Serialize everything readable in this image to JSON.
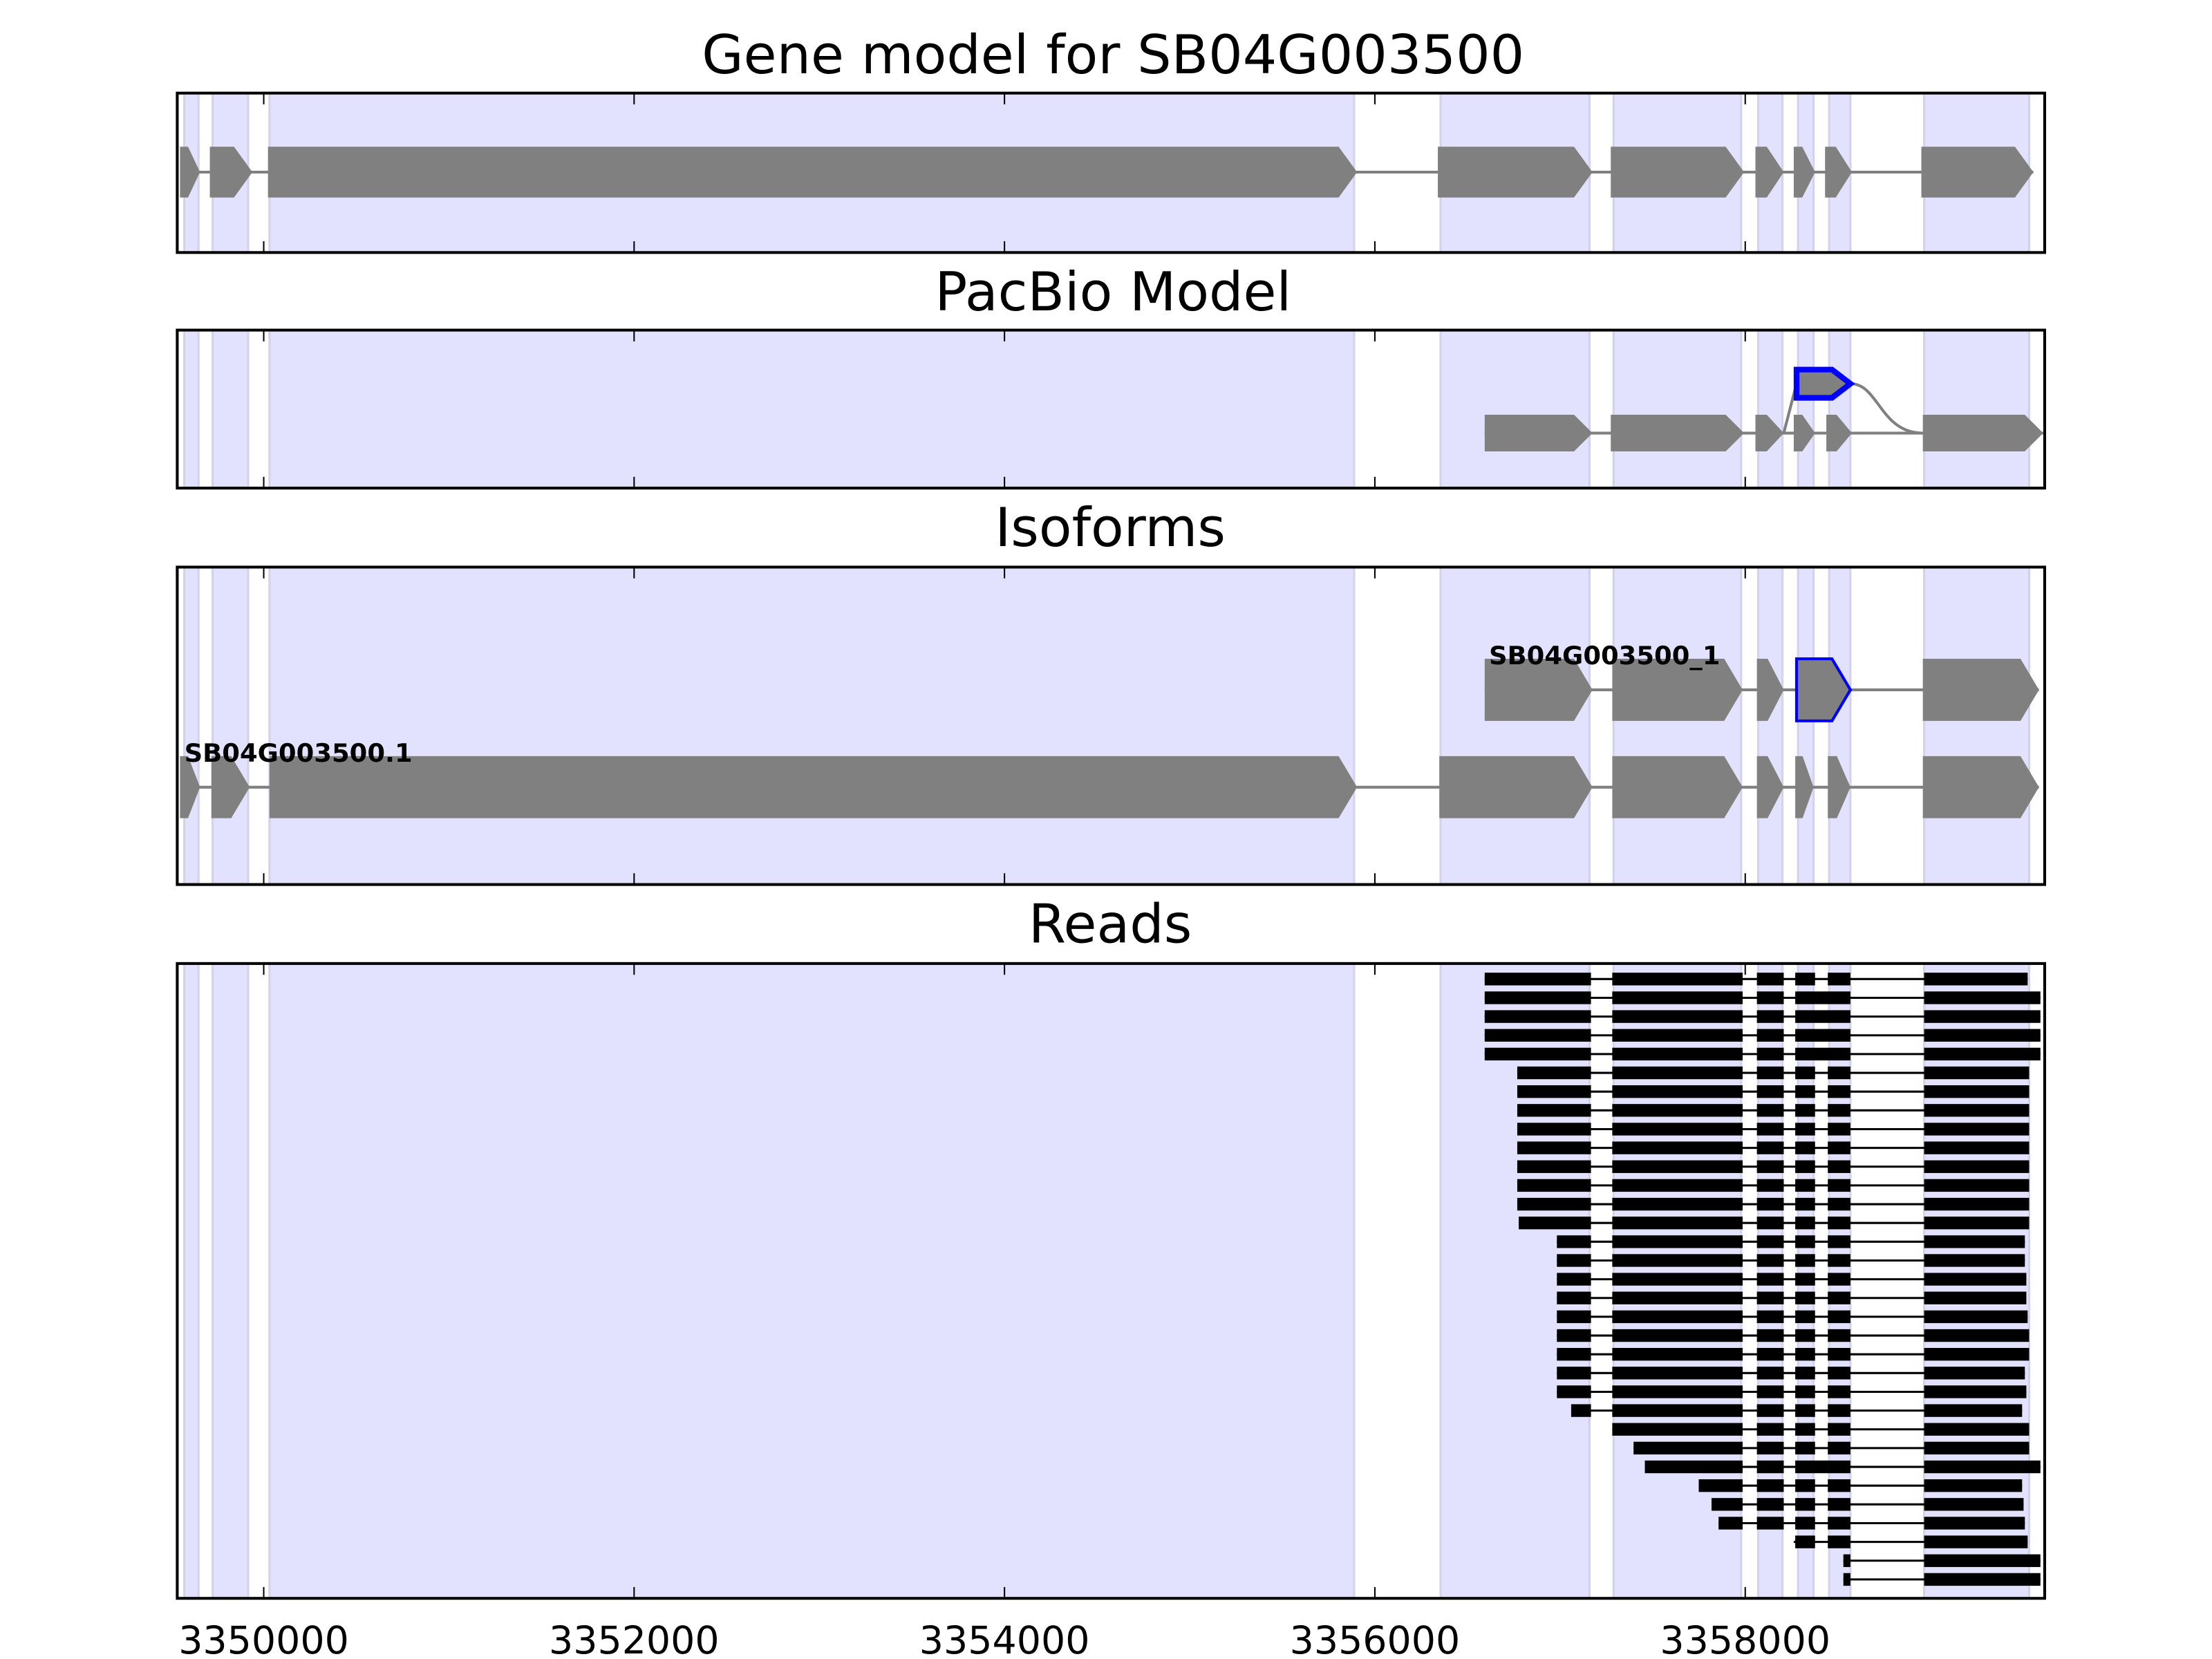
{
  "axis": {
    "xlim": [
      3349533,
      3359617
    ],
    "ticks": [
      3350000,
      3352000,
      3354000,
      3356000,
      3358000
    ],
    "tick_labels": [
      "3350000",
      "3352000",
      "3354000",
      "3356000",
      "3358000"
    ]
  },
  "colors": {
    "region": "#e2e2ff",
    "region_edge": "#d2d2ec",
    "exon": "#808080",
    "highlight": "#0000ff",
    "read": "#000000"
  },
  "regions": [
    [
      3349571,
      3349648
    ],
    [
      3349724,
      3349916
    ],
    [
      3350031,
      3355888
    ],
    [
      3356355,
      3357159
    ],
    [
      3357289,
      3357978
    ],
    [
      3358070,
      3358201
    ],
    [
      3358285,
      3358369
    ],
    [
      3358453,
      3358568
    ],
    [
      3358966,
      3359533
    ]
  ],
  "panels": {
    "gene_model": {
      "title": "Gene model for SB04G003500",
      "exons": [
        [
          3349548,
          3349656
        ],
        [
          3349709,
          3349939
        ],
        [
          3350023,
          3355904
        ],
        [
          3356340,
          3357175
        ],
        [
          3357274,
          3357994
        ],
        [
          3358055,
          3358208
        ],
        [
          3358262,
          3358377
        ],
        [
          3358431,
          3358576
        ],
        [
          3358951,
          3359556
        ]
      ]
    },
    "pacbio": {
      "title": "PacBio Model",
      "main_exons": [
        [
          3356593,
          3357175
        ],
        [
          3357274,
          3357994
        ],
        [
          3358055,
          3358208
        ],
        [
          3358262,
          3358377
        ],
        [
          3358438,
          3358576
        ],
        [
          3358959,
          3359609
        ]
      ],
      "alt_exon": [
        3358277,
        3358568
      ]
    },
    "isoforms": {
      "title": "Isoforms",
      "items": [
        {
          "label": "SB04G003500.1",
          "exons": [
            [
              3349548,
              3349656
            ],
            [
              3349717,
              3349924
            ],
            [
              3350031,
              3355904
            ],
            [
              3356348,
              3357175
            ],
            [
              3357282,
              3357986
            ],
            [
              3358063,
              3358208
            ],
            [
              3358270,
              3358369
            ],
            [
              3358446,
              3358568
            ],
            [
              3358959,
              3359586
            ]
          ],
          "highlight": -1
        },
        {
          "label": "SB04G003500_1",
          "exons": [
            [
              3356593,
              3357175
            ],
            [
              3357282,
              3357986
            ],
            [
              3358063,
              3358208
            ],
            [
              3358277,
              3358568
            ],
            [
              3358959,
              3359586
            ]
          ],
          "highlight": 3
        }
      ]
    },
    "reads": {
      "title": "Reads",
      "exon_blocks": [
        [
          3356593,
          3357167
        ],
        [
          3357282,
          3357986
        ],
        [
          3358063,
          3358208
        ],
        [
          3358270,
          3358377
        ],
        [
          3358446,
          3358568
        ],
        [
          3358966,
          3359620
        ]
      ],
      "items": [
        {
          "start": 3356593,
          "end": 3359525,
          "retained": false
        },
        {
          "start": 3356593,
          "end": 3359594,
          "retained": true
        },
        {
          "start": 3356593,
          "end": 3359594,
          "retained": true
        },
        {
          "start": 3356593,
          "end": 3359594,
          "retained": true
        },
        {
          "start": 3356593,
          "end": 3359594,
          "retained": true
        },
        {
          "start": 3356769,
          "end": 3359533,
          "retained": false
        },
        {
          "start": 3356769,
          "end": 3359533,
          "retained": false
        },
        {
          "start": 3356769,
          "end": 3359533,
          "retained": false
        },
        {
          "start": 3356769,
          "end": 3359533,
          "retained": false
        },
        {
          "start": 3356769,
          "end": 3359533,
          "retained": false
        },
        {
          "start": 3356769,
          "end": 3359533,
          "retained": false
        },
        {
          "start": 3356769,
          "end": 3359533,
          "retained": false
        },
        {
          "start": 3356769,
          "end": 3359533,
          "retained": false
        },
        {
          "start": 3356777,
          "end": 3359533,
          "retained": false
        },
        {
          "start": 3356983,
          "end": 3359510,
          "retained": false
        },
        {
          "start": 3356983,
          "end": 3359510,
          "retained": false
        },
        {
          "start": 3356983,
          "end": 3359518,
          "retained": false
        },
        {
          "start": 3356983,
          "end": 3359518,
          "retained": false
        },
        {
          "start": 3356983,
          "end": 3359525,
          "retained": false
        },
        {
          "start": 3356983,
          "end": 3359533,
          "retained": false
        },
        {
          "start": 3356983,
          "end": 3359533,
          "retained": false
        },
        {
          "start": 3356983,
          "end": 3359510,
          "retained": false
        },
        {
          "start": 3356983,
          "end": 3359518,
          "retained": false
        },
        {
          "start": 3357060,
          "end": 3359495,
          "retained": false
        },
        {
          "start": 3357282,
          "end": 3359533,
          "retained": false
        },
        {
          "start": 3357397,
          "end": 3359533,
          "retained": false
        },
        {
          "start": 3357458,
          "end": 3359594,
          "retained": true
        },
        {
          "start": 3357749,
          "end": 3359495,
          "retained": false
        },
        {
          "start": 3357818,
          "end": 3359503,
          "retained": false
        },
        {
          "start": 3357856,
          "end": 3359510,
          "retained": false
        },
        {
          "start": 3358262,
          "end": 3359525,
          "retained": false
        },
        {
          "start": 3358530,
          "end": 3359594,
          "retained": false
        },
        {
          "start": 3358530,
          "end": 3359594,
          "retained": false
        }
      ]
    }
  }
}
